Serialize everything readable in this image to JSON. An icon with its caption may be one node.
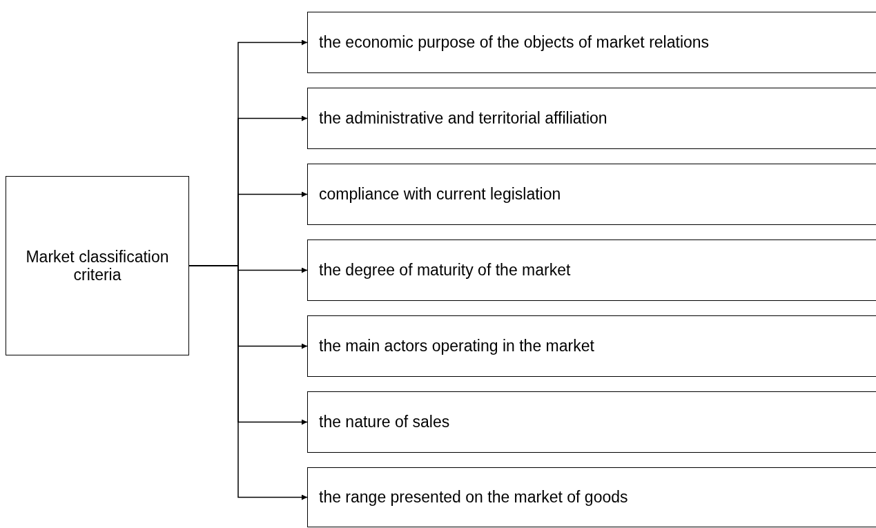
{
  "diagram": {
    "nodes": [
      {
        "text": [
          "Market classification criteria"
        ]
      },
      {
        "text": [
          "the economic purpose of the objects of market relations"
        ]
      },
      {
        "text": [
          "the administrative and territorial affiliation"
        ]
      },
      {
        "text": [
          "compliance with current legislation"
        ]
      },
      {
        "text": [
          "the degree of maturity of the market"
        ]
      },
      {
        "text": [
          "the main actors operating in the market"
        ]
      },
      {
        "text": [
          "the nature of sales"
        ]
      },
      {
        "text": [
          "the range presented on the market of goods"
        ]
      }
    ],
    "edges": [
      {
        "from": 0,
        "to": 1,
        "arrow": "to"
      },
      {
        "from": 0,
        "to": 2,
        "arrow": "to"
      },
      {
        "from": 0,
        "to": 3,
        "arrow": "to"
      },
      {
        "from": 0,
        "to": 4,
        "arrow": "to"
      },
      {
        "from": 0,
        "to": 5,
        "arrow": "to"
      },
      {
        "from": 0,
        "to": 6,
        "arrow": "to"
      },
      {
        "from": 0,
        "to": 7,
        "arrow": "to"
      }
    ]
  }
}
